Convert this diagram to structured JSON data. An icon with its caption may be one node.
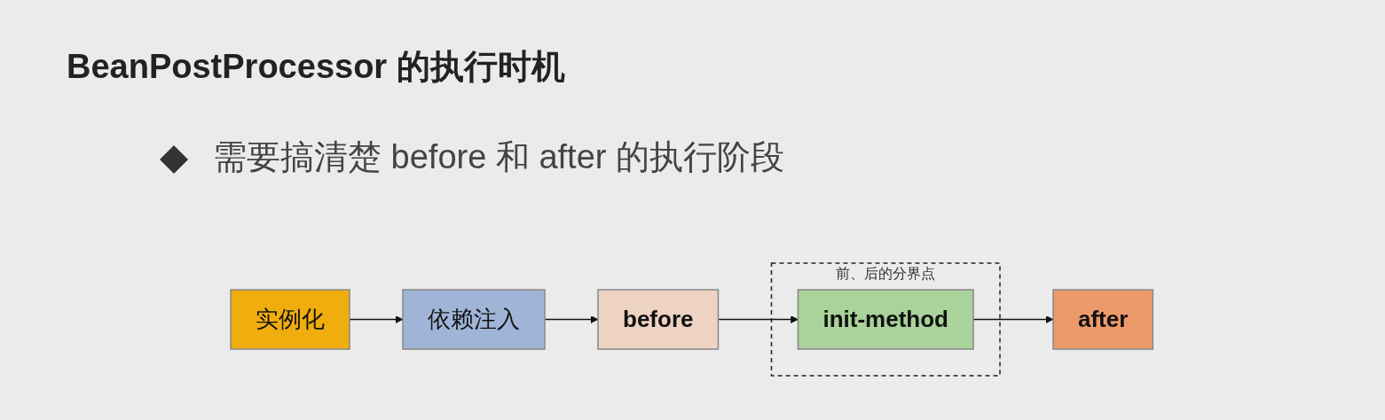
{
  "diagram": {
    "title": "BeanPostProcessor 的执行时机",
    "nodes": [
      {
        "text": [
          "实例化"
        ]
      },
      {
        "text": [
          "依赖注入"
        ]
      },
      {
        "text": [
          "before"
        ]
      },
      {
        "text": [
          "前、后的分界点"
        ]
      },
      {
        "text": [
          "init-method"
        ],
        "in": 3
      },
      {
        "text": [
          "after"
        ]
      }
    ],
    "edges": [
      {
        "from": 0,
        "to": 1,
        "arrow": "to"
      },
      {
        "from": 1,
        "to": 2,
        "arrow": "to"
      },
      {
        "from": 2,
        "to": 4,
        "arrow": "to"
      },
      {
        "from": 4,
        "to": 5,
        "arrow": "to"
      }
    ],
    "labels": [
      "需要搞清楚 before 和 after 的执行阶段"
    ]
  }
}
